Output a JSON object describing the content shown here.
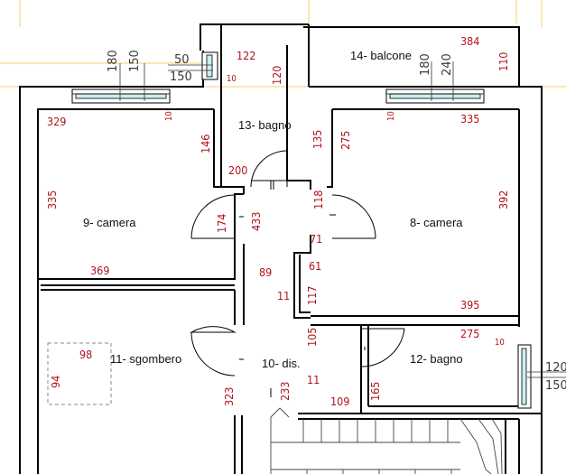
{
  "rooms": {
    "r8": "8- camera",
    "r9": "9- camera",
    "r10": "10- dis.",
    "r11": "11- sgombero",
    "r12": "12- bagno",
    "r13": "13- bagno",
    "r14": "14- balcone"
  },
  "dimensions": {
    "d384": "384",
    "d110": "110",
    "d122": "122",
    "d120": "120",
    "d10a": "10",
    "d329": "329",
    "d10b": "10",
    "d10c": "10",
    "d335a": "335",
    "d146": "146",
    "d135": "135",
    "d275a": "275",
    "d200": "200",
    "d335b": "335",
    "d392": "392",
    "d118": "118",
    "d174": "174",
    "d433": "433",
    "d71": "71",
    "d61": "61",
    "d369": "369",
    "d89": "89",
    "d11a": "11",
    "d117": "117",
    "d395": "395",
    "d105": "105",
    "d275b": "275",
    "d10d": "10",
    "d98": "98",
    "d94": "94",
    "d323": "323",
    "d233": "233",
    "d11b": "11",
    "d109": "109",
    "d165": "165"
  },
  "windows": {
    "w1_h1": "180",
    "w1_h2": "150",
    "w2_h1": "50",
    "w2_h2": "150",
    "w3_h1": "180",
    "w3_h2": "240",
    "w4_h1": "120",
    "w4_h2": "150"
  }
}
